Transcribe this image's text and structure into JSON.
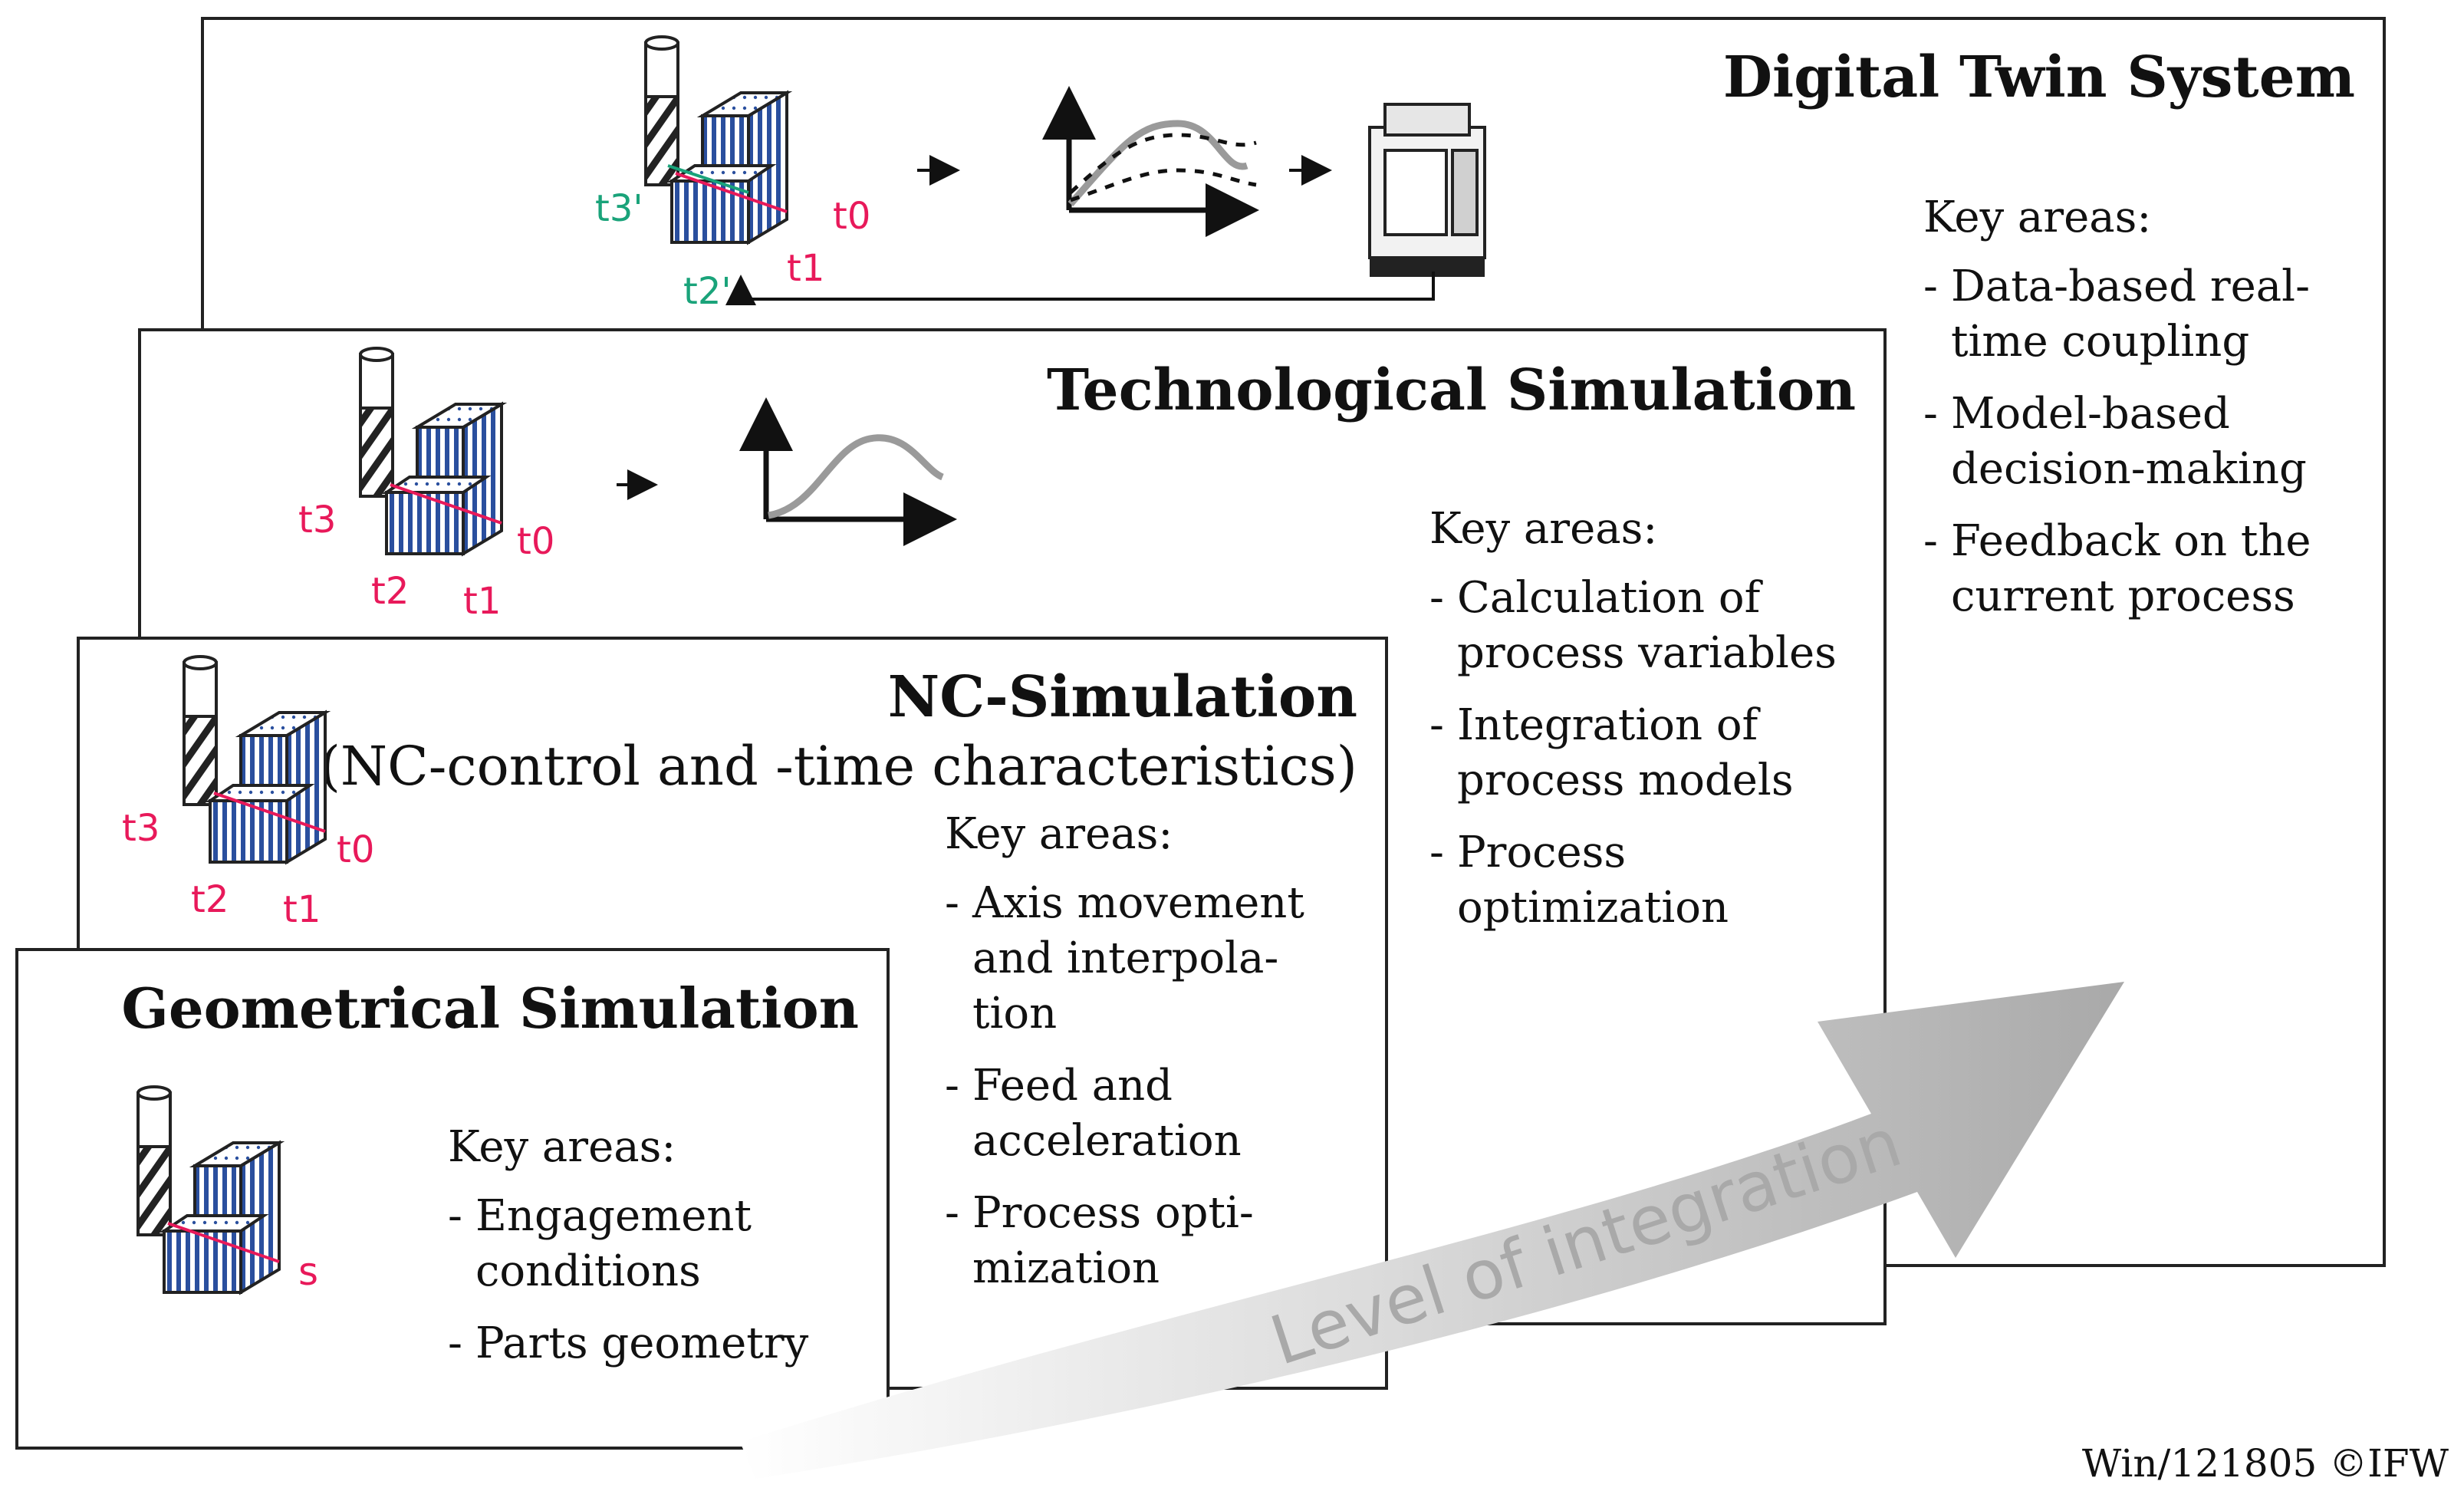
{
  "panels": {
    "digital_twin": {
      "title": "Digital Twin System",
      "key_areas_label": "Key areas:",
      "items": [
        [
          "Data-based real-",
          "time coupling"
        ],
        [
          "Model-based",
          "decision-making"
        ],
        [
          "Feedback on the",
          "current process"
        ]
      ],
      "time_labels": [
        "t3'",
        "t2'",
        "t1",
        "t0"
      ]
    },
    "technological": {
      "title": "Technological Simulation",
      "key_areas_label": "Key areas:",
      "items": [
        [
          "Calculation of",
          "process variables"
        ],
        [
          "Integration of",
          "process models"
        ],
        [
          "Process",
          "optimization"
        ]
      ],
      "time_labels": [
        "t3",
        "t2",
        "t1",
        "t0"
      ]
    },
    "nc": {
      "title": "NC-Simulation",
      "subtitle": "(NC-control and -time characteristics)",
      "key_areas_label": "Key areas:",
      "items": [
        [
          "Axis movement",
          "and interpola-",
          "tion"
        ],
        [
          "Feed and",
          "acceleration"
        ],
        [
          "Process opti-",
          "mization"
        ]
      ],
      "time_labels": [
        "t3",
        "t2",
        "t1",
        "t0"
      ]
    },
    "geometrical": {
      "title": "Geometrical Simulation",
      "key_areas_label": "Key areas:",
      "items": [
        [
          "Engagement",
          "conditions"
        ],
        [
          "Parts geometry"
        ]
      ],
      "path_label": "s"
    }
  },
  "arrow_label": "Level of integration",
  "copyright": "Win/121805 ©IFW",
  "colors": {
    "time_label": "#e8195a",
    "time_label_twin": "#1aa37a",
    "stripe": "#2a4f9e",
    "curve": "#9a9a9a",
    "arrow_dark": "#a9a9a9",
    "arrow_light": "#ffffff"
  }
}
